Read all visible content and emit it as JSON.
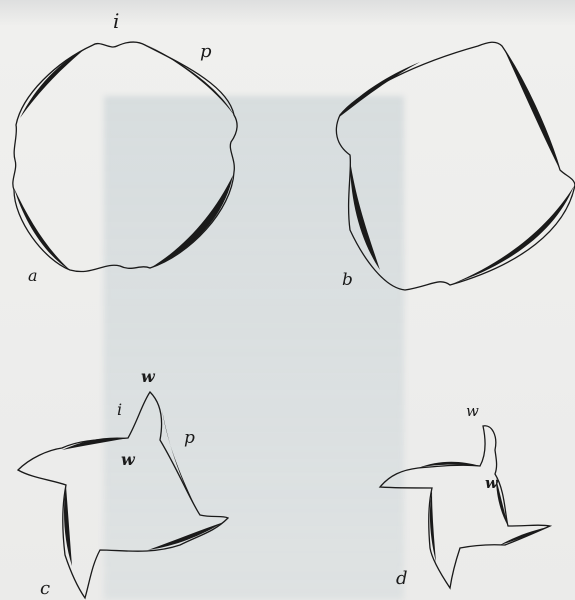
{
  "figure": {
    "panels": [
      {
        "id": "a",
        "label": "a",
        "annotations": [
          "i",
          "p"
        ]
      },
      {
        "id": "b",
        "label": "b",
        "annotations": []
      },
      {
        "id": "c",
        "label": "c",
        "annotations": [
          "w",
          "i",
          "p",
          "w"
        ]
      },
      {
        "id": "d",
        "label": "d",
        "annotations": [
          "w",
          "w"
        ]
      }
    ],
    "colors": {
      "ink": "#1a1a1a",
      "paper": "#ececea",
      "bleed": "#c4ced2"
    }
  }
}
